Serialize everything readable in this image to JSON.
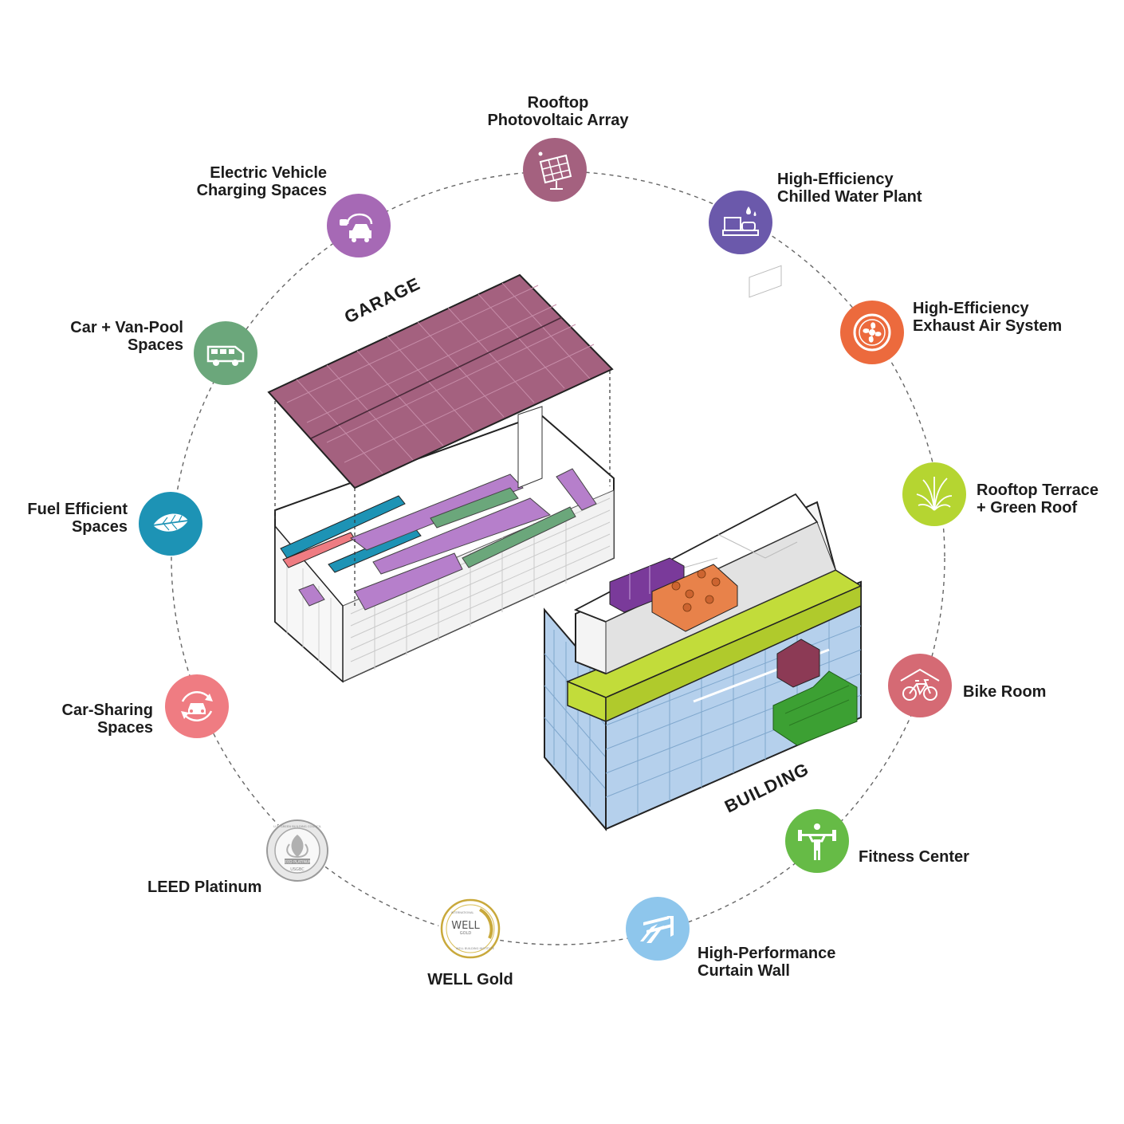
{
  "features": {
    "rooftop_pv": {
      "line1": "Rooftop",
      "line2": "Photovoltaic Array",
      "color": "#a4617f",
      "icon": "solar-panel-icon"
    },
    "ev_charging": {
      "line1": "Electric Vehicle",
      "line2": "Charging Spaces",
      "color": "#a669b5",
      "icon": "ev-charger-icon"
    },
    "carpool": {
      "line1": "Car + Van-Pool",
      "line2": "Spaces",
      "color": "#6ba77b",
      "icon": "van-icon"
    },
    "fuel_efficient": {
      "line1": "Fuel Efficient",
      "line2": "Spaces",
      "color": "#1d93b5",
      "icon": "leaf-icon"
    },
    "car_sharing": {
      "line1": "Car-Sharing",
      "line2": "Spaces",
      "color": "#ef7c82",
      "icon": "car-cycle-icon"
    },
    "chilled_water": {
      "line1": "High-Efficiency",
      "line2": "Chilled Water Plant",
      "color": "#6b59ab",
      "icon": "chiller-icon"
    },
    "exhaust_air": {
      "line1": "High-Efficiency",
      "line2": "Exhaust Air System",
      "color": "#ec6a3d",
      "icon": "fan-icon"
    },
    "green_roof": {
      "line1": "Rooftop Terrace",
      "line2": "+ Green Roof",
      "color": "#b5d531",
      "icon": "grass-icon"
    },
    "bike_room": {
      "line1": "Bike Room",
      "color": "#d56a74",
      "icon": "bicycle-icon"
    },
    "fitness": {
      "line1": "Fitness Center",
      "color": "#66bb46",
      "icon": "weightlifter-icon"
    },
    "curtain_wall": {
      "line1": "High-Performance",
      "line2": "Curtain Wall",
      "color": "#8ec6ec",
      "icon": "curtain-wall-icon"
    }
  },
  "certifications": {
    "leed": {
      "label": "LEED Platinum",
      "seal_text": "U.S. GREEN BUILDING COUNCIL",
      "seal_mid": "LEED PLATINUM",
      "seal_bottom": "USGBC"
    },
    "well": {
      "label": "WELL Gold",
      "seal_word": "WELL",
      "seal_sub": "GOLD",
      "seal_top": "INTERNATIONAL",
      "seal_ring": "WELL BUILDING INSTITUTE"
    }
  },
  "structures": {
    "garage": "GARAGE",
    "building": "BUILDING"
  }
}
